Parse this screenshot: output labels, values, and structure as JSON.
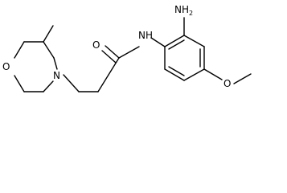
{
  "molecule": {
    "atoms": {
      "ring_oxygen": "O",
      "ring_nitrogen": "N",
      "amide_oxygen": "O",
      "amide_nh": {
        "main": "NH",
        "sub": ""
      },
      "amine": {
        "main": "NH",
        "sub": "2"
      },
      "methoxy_oxygen": "O"
    }
  }
}
